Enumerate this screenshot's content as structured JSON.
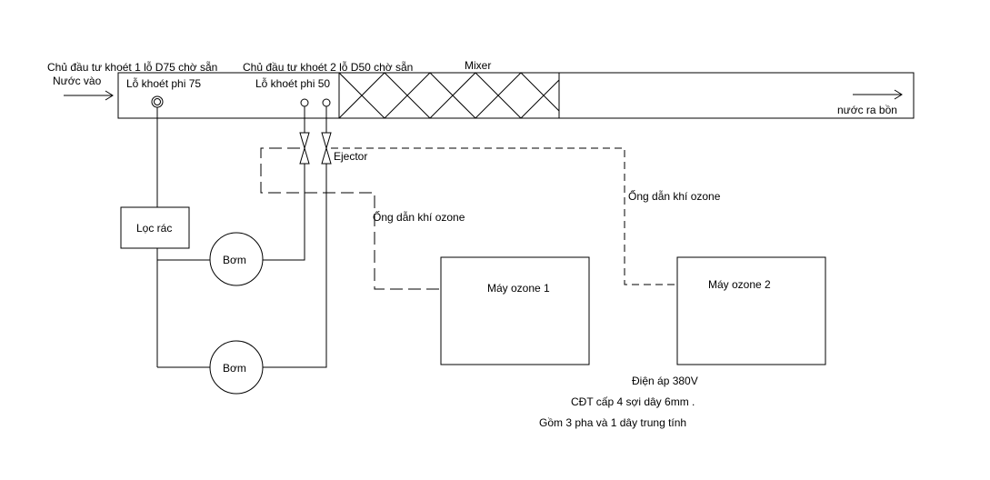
{
  "labels": {
    "hole1_note": "Chủ đầu tư khoét 1 lỗ D75 chờ sẵn",
    "hole2_note": "Chủ đầu tư khoét 2 lỗ D50 chờ sẵn",
    "mixer": "Mixer",
    "water_in": "Nước vào",
    "hole75": "Lỗ khoét phi 75",
    "hole50": "Lỗ khoét phi 50",
    "water_out": "nước ra bồn",
    "ejector": "Ejector",
    "filter": "Lọc rác",
    "pump1": "Bơm",
    "pump2": "Bơm",
    "ozone_pipe1": "Ống dẫn khí ozone",
    "ozone_pipe2": "Ống dẫn khí ozone",
    "ozone1": "Máy ozone 1",
    "ozone2": "Máy ozone 2",
    "voltage": "Điện áp 380V",
    "cable": "CĐT cấp 4 sợi dây 6mm .",
    "phases": "Gồm 3 pha và 1 dây trung tính"
  }
}
